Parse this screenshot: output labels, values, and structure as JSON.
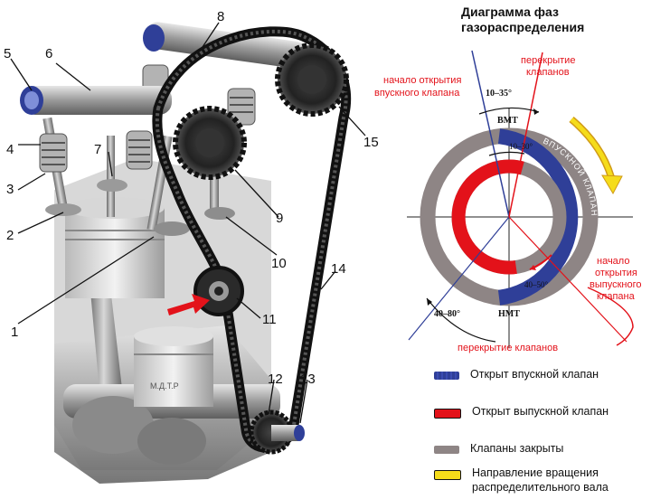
{
  "engine": {
    "part_labels": [
      "1",
      "2",
      "3",
      "4",
      "5",
      "6",
      "7",
      "8",
      "9",
      "10",
      "11",
      "12",
      "13",
      "14",
      "15"
    ],
    "piston_stamp": "М.Д.Т.Р"
  },
  "timing": {
    "title_line1": "Диаграмма фаз",
    "title_line2": "газораспределения",
    "overlap_top_line1": "перекрытие",
    "overlap_top_line2": "клапанов",
    "intake_start_line1": "начало открытия",
    "intake_start_line2": "впускного клапана",
    "angle_10_35": "10–35°",
    "angle_10_30": "10–30°",
    "angle_40_50": "40–50°",
    "angle_40_80": "40–80°",
    "bmt": "ВМТ",
    "nmt": "НМТ",
    "ring_label": "ВПУСКНОЙ КЛАПАН",
    "exhaust_start_line1": "начало",
    "exhaust_start_line2": "открытия",
    "exhaust_start_line3": "выпускного",
    "exhaust_start_line4": "клапана",
    "overlap_bottom": "перекрытие клапанов"
  },
  "legend": [
    {
      "label": "Открыт впускной клапан",
      "color": "#2f3f98"
    },
    {
      "label": "Открыт выпускной клапан",
      "color": "#e3121a"
    },
    {
      "label": "Клапаны закрыты",
      "color": "#8e8585"
    },
    {
      "label": "Направление вращения распределительного вала",
      "color": "#f5dc1a"
    }
  ],
  "colors": {
    "intake": "#2f3f98",
    "exhaust": "#e3121a",
    "closed": "#8e8585",
    "rotation": "#f5dc1a"
  }
}
